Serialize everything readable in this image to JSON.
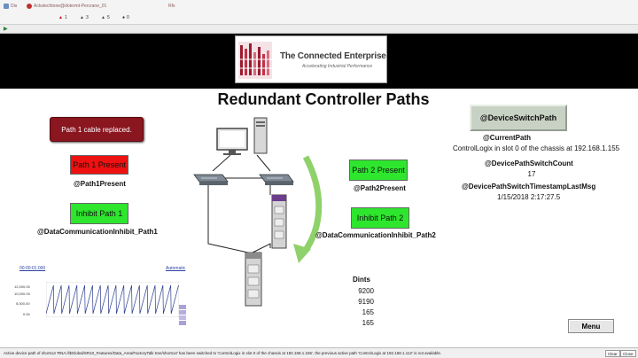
{
  "window": {
    "tab1_label": "Dis",
    "tab2_label": "Ackstechtone@dotermt-Percrane_01",
    "tab3_label": "Rfs"
  },
  "alarm_counts": [
    "1",
    "3",
    "5",
    "0"
  ],
  "logo": {
    "title": "The Connected Enterprise",
    "subtitle": "Accelerating Industrial Performance"
  },
  "main": {
    "title": "Redundant Controller Paths"
  },
  "left": {
    "alert_label": "Path 1 cable replaced.",
    "path1_indicator": "Path 1 Present",
    "path1_tag": "@Path1Present",
    "inhibit1_indicator": "Inhibit Path 1",
    "inhibit1_tag": "@DataCommunicationInhibit_Path1"
  },
  "middle": {
    "path2_indicator": "Path 2 Present",
    "path2_tag": "@Path2Present",
    "inhibit2_indicator": "Inhibit Path 2",
    "inhibit2_tag": "@DataCommunicationInhibit_Path2"
  },
  "right": {
    "switch_button": "@DeviceSwitchPath",
    "current_path_tag": "@CurrentPath",
    "current_path_value": "ControlLogix in slot 0 of the chassis at 192.168.1.155",
    "switch_count_tag": "@DevicePathSwitchCount",
    "switch_count_value": "17",
    "last_msg_tag": "@DevicePathSwitchTimestampLastMsg",
    "last_msg_value": "1/15/2018  2:17:27.5"
  },
  "trend": {
    "time_label": "00:00:01.000",
    "mode_label": "Automatic",
    "y_ticks": [
      "12,000.00",
      "10,000.00",
      "5,000.00",
      "0.00"
    ]
  },
  "dints": {
    "title": "Dints",
    "values": [
      "9200",
      "9190",
      "165",
      "165"
    ]
  },
  "menu_button": "Menu",
  "status": {
    "message": "Active device path of shortcut 'RNA://$Global/SR10_Features/Data_Area/FactoryTalk tree/shortcut' has been switched to 'ControlLogix in slot 0 of the chassis at 192.168.1.155', the previous active path 'ControlLogix at 192.168.1.112' is not available.",
    "clear_label": "Clear",
    "close_label": "Close"
  },
  "colors": {
    "alert_bg": "#8a1620",
    "red_indicator": "#ee1111",
    "green_indicator": "#2ee62e",
    "arrow_green": "#8fd16a"
  }
}
